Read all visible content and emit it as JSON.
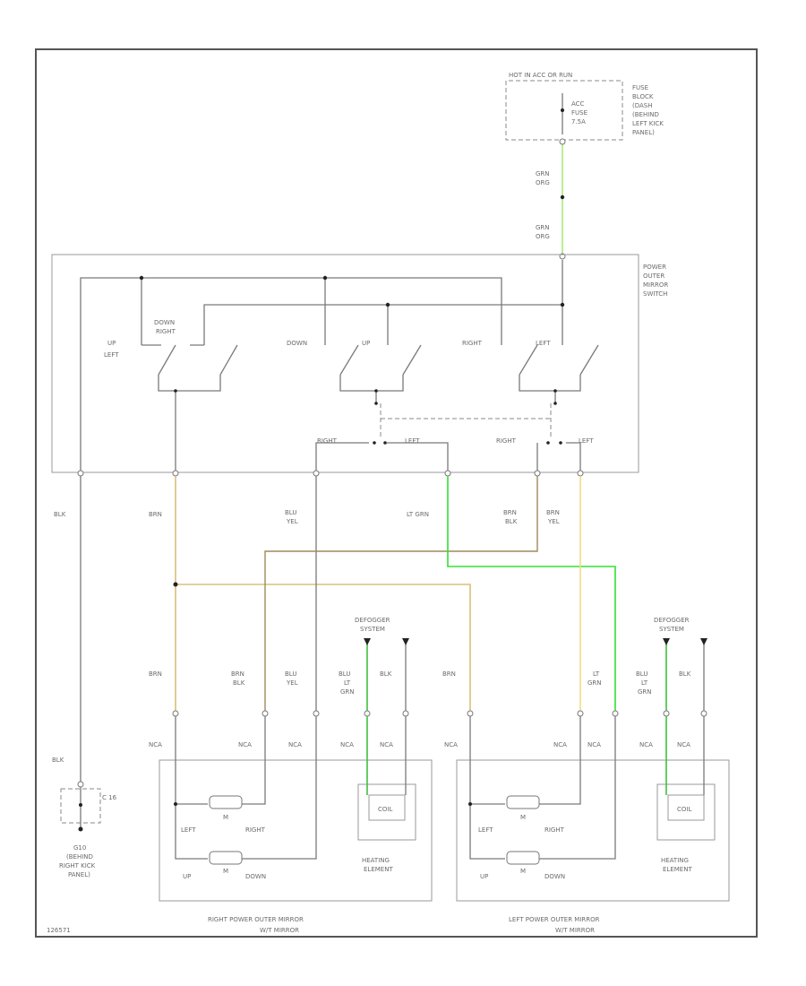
{
  "fuse_block": {
    "header": "HOT IN ACC OR RUN",
    "fuse": [
      "ACC",
      "FUSE",
      "7.5A"
    ],
    "label": [
      "FUSE",
      "BLOCK",
      "(DASH",
      "(BEHIND",
      "LEFT KICK",
      "PANEL)"
    ]
  },
  "switch": {
    "label": [
      "POWER",
      "OUTER",
      "MIRROR",
      "SWITCH"
    ],
    "contacts": {
      "up_left": [
        "UP",
        "LEFT"
      ],
      "down_right": [
        "DOWN",
        "RIGHT"
      ],
      "down": "DOWN",
      "up": "UP",
      "right": "RIGHT",
      "left": "LEFT",
      "sel_right_1": "RIGHT",
      "sel_left_1": "LEFT",
      "sel_right_2": "RIGHT",
      "sel_left_2": "LEFT"
    }
  },
  "wire_labels": {
    "feed_1": [
      "GRN",
      "ORG"
    ],
    "feed_2": [
      "GRN",
      "ORG"
    ],
    "blk_top": "BLK",
    "brn_top": "BRN",
    "blu_yel_top": [
      "BLU",
      "YEL"
    ],
    "lt_grn_top": "LT GRN",
    "brn_blk_top": [
      "BRN",
      "BLK"
    ],
    "brn_yel_top": [
      "BRN",
      "YEL"
    ],
    "r_brn": "BRN",
    "r_brn_blk": [
      "BRN",
      "BLK"
    ],
    "r_blu_yel": [
      "BLU",
      "YEL"
    ],
    "r_blu_lt_grn": [
      "BLU",
      "LT",
      "GRN"
    ],
    "r_blk": "BLK",
    "l_brn": "BRN",
    "l_lt_grn": [
      "LT",
      "GRN"
    ],
    "l_blu_lt_grn": [
      "BLU",
      "LT",
      "GRN"
    ],
    "l_blk": "BLK",
    "ground_blk": "BLK"
  },
  "defogger_label": [
    "DEFOGGER",
    "SYSTEM"
  ],
  "nca": "NCA",
  "ground": {
    "connector": "C 16",
    "label": [
      "G10",
      "(BEHIND",
      "RIGHT KICK",
      "PANEL)"
    ]
  },
  "mirror_motor": {
    "left": "LEFT",
    "right": "RIGHT",
    "up": "UP",
    "down": "DOWN",
    "m": "M"
  },
  "heater": {
    "coil": "COIL",
    "label": [
      "HEATING",
      "ELEMENT"
    ]
  },
  "right_mirror_label": [
    "RIGHT POWER OUTER MIRROR",
    "W/T MIRROR"
  ],
  "left_mirror_label": [
    "LEFT POWER OUTER MIRROR",
    "W/T MIRROR"
  ],
  "doc_id": "126571",
  "colors": {
    "brn": "#d8c07a",
    "lt_grn": "#33e033",
    "grn_org": "#a8ea7a",
    "blu_lt_grn": "#3fbf3f",
    "brn_yel": "#f2dc86",
    "wire": "#7a7a7a"
  }
}
